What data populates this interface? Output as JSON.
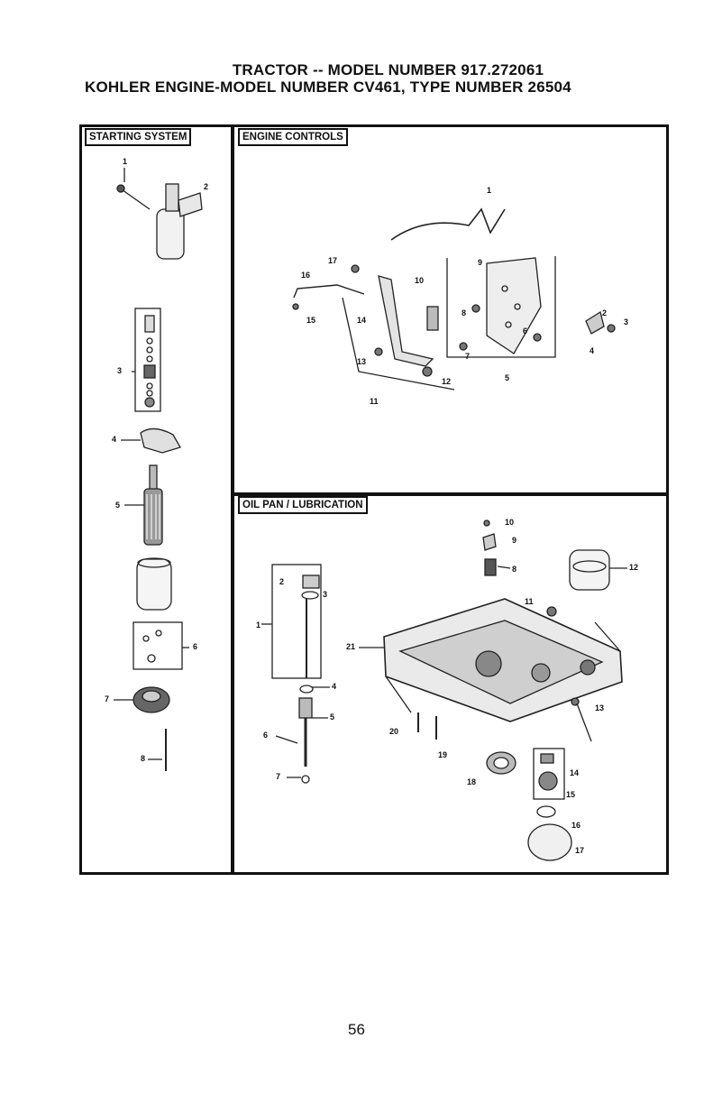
{
  "header": {
    "line1": "TRACTOR -- MODEL NUMBER 917.272061",
    "line2": "KOHLER ENGINE-MODEL NUMBER CV461, TYPE NUMBER 26504"
  },
  "sections": {
    "starting": {
      "title": "STARTING SYSTEM",
      "labels": [
        "1",
        "2",
        "3",
        "4",
        "5",
        "6",
        "7",
        "8"
      ]
    },
    "engine": {
      "title": "ENGINE CONTROLS",
      "labels": [
        "1",
        "2",
        "3",
        "4",
        "5",
        "6",
        "7",
        "8",
        "9",
        "10",
        "11",
        "12",
        "13",
        "14",
        "15",
        "16",
        "17"
      ]
    },
    "oil": {
      "title": "OIL PAN / LUBRICATION",
      "labels": [
        "1",
        "2",
        "3",
        "4",
        "5",
        "6",
        "7",
        "8",
        "9",
        "10",
        "11",
        "12",
        "13",
        "14",
        "15",
        "16",
        "17",
        "18",
        "19",
        "20",
        "21"
      ]
    }
  },
  "footer": {
    "page_number": "56"
  }
}
